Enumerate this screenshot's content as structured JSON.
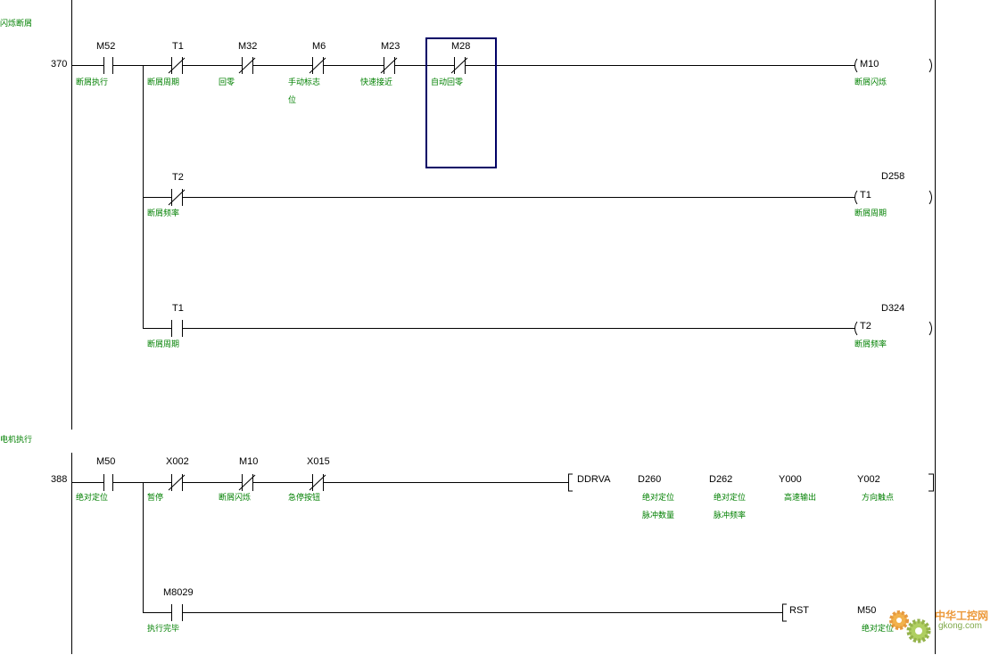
{
  "editor": {
    "title": "GX Works ladder editor"
  },
  "colors": {
    "comment": "#008000",
    "cursor": "#000066",
    "wire": "#000000"
  },
  "comments": {
    "block1": "闪烁断屑",
    "block2": "电机执行"
  },
  "steps": {
    "s1": "370",
    "s2": "388"
  },
  "contacts": [
    {
      "id": "c1",
      "device": "M52",
      "comment": [
        "断屑执行"
      ],
      "type": "no"
    },
    {
      "id": "c2",
      "device": "T1",
      "comment": [
        "断屑周期"
      ],
      "type": "nc"
    },
    {
      "id": "c3",
      "device": "M32",
      "comment": [
        "回零"
      ],
      "type": "nc"
    },
    {
      "id": "c4",
      "device": "M6",
      "comment": [
        "手动标志",
        "位"
      ],
      "type": "nc"
    },
    {
      "id": "c5",
      "device": "M23",
      "comment": [
        "快速接近"
      ],
      "type": "nc"
    },
    {
      "id": "c6",
      "device": "M28",
      "comment": [
        "自动回零"
      ],
      "type": "nc"
    },
    {
      "id": "c7",
      "device": "T2",
      "comment": [
        "断屑频率"
      ],
      "type": "nc"
    },
    {
      "id": "c8",
      "device": "T1",
      "comment": [
        "断屑周期"
      ],
      "type": "no"
    },
    {
      "id": "c9",
      "device": "M50",
      "comment": [
        "绝对定位"
      ],
      "type": "no"
    },
    {
      "id": "c10",
      "device": "X002",
      "comment": [
        "暂停"
      ],
      "type": "nc"
    },
    {
      "id": "c11",
      "device": "M10",
      "comment": [
        "断屑闪烁"
      ],
      "type": "nc"
    },
    {
      "id": "c12",
      "device": "X015",
      "comment": [
        "急停按钮"
      ],
      "type": "nc"
    },
    {
      "id": "c13",
      "device": "M8029",
      "comment": [
        "执行完毕"
      ],
      "type": "no"
    }
  ],
  "coils": [
    {
      "id": "k1",
      "device": "M10",
      "setpoint": "",
      "comment": "断屑闪烁"
    },
    {
      "id": "k2",
      "device": "T1",
      "setpoint": "D258",
      "comment": "断屑周期"
    },
    {
      "id": "k3",
      "device": "T2",
      "setpoint": "D324",
      "comment": "断屑频率"
    }
  ],
  "instructions": {
    "ddrva": {
      "name": "DDRVA",
      "operands": [
        {
          "device": "D260",
          "comment": [
            "绝对定位",
            "脉冲数量"
          ]
        },
        {
          "device": "D262",
          "comment": [
            "绝对定位",
            "脉冲频率"
          ]
        },
        {
          "device": "Y000",
          "comment": [
            "高速输出"
          ]
        },
        {
          "device": "Y002",
          "comment": [
            "方向触点"
          ]
        }
      ]
    },
    "rst": {
      "name": "RST",
      "operand": "M50",
      "comment": "绝对定位"
    }
  },
  "watermark": {
    "brand": "中华工控网",
    "url": "gkong.com"
  }
}
